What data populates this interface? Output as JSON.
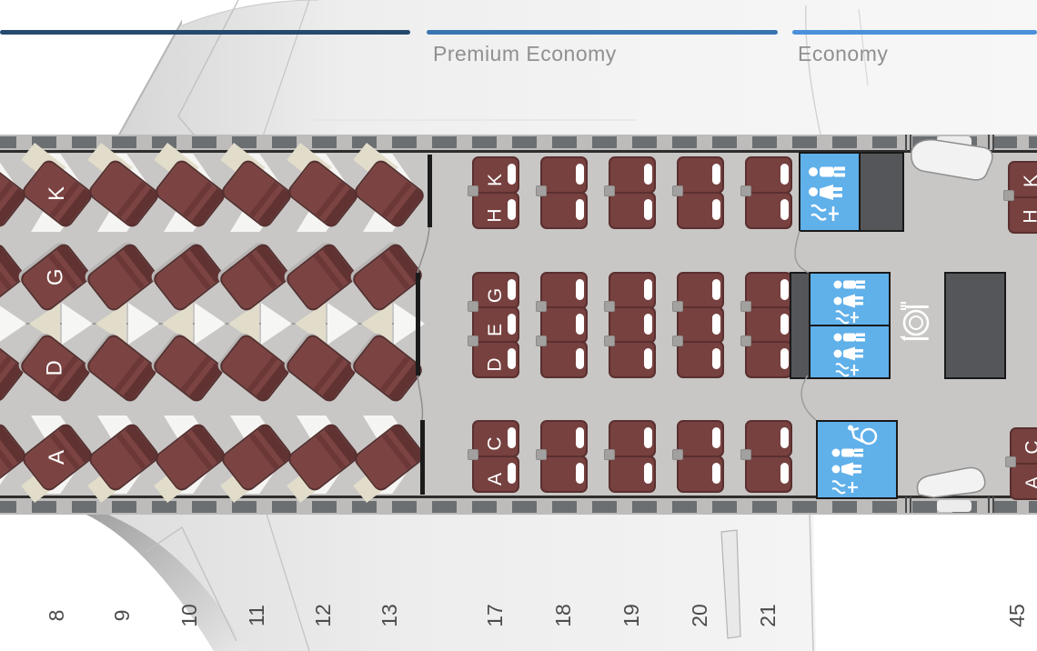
{
  "header": {
    "premium_label": "Premium Economy",
    "economy_label": "Economy",
    "line_colors": {
      "business": "#26496f",
      "premium_economy": "#3974b1",
      "economy": "#4b90da"
    }
  },
  "business": {
    "row_letters": {
      "k": "K",
      "g": "G",
      "d": "D",
      "a": "A"
    },
    "row_numbers": [
      "8",
      "9",
      "10",
      "11",
      "12",
      "13"
    ],
    "seat_color": "#7b4341"
  },
  "premium_economy": {
    "letters": {
      "k": "K",
      "h": "H",
      "g": "G",
      "e": "E",
      "d": "D",
      "c": "C",
      "a": "A"
    },
    "row_numbers": [
      "17",
      "18",
      "19",
      "20",
      "21"
    ]
  },
  "economy": {
    "letters": {
      "k": "K",
      "h": "H",
      "c": "C",
      "a": "A"
    },
    "row_numbers": [
      "45"
    ]
  },
  "icons": {
    "lavatory": "lavatory-icon",
    "accessible_lavatory": "accessible-lavatory-icon",
    "galley": "galley-block",
    "meal": "meal-service-icon"
  },
  "colors": {
    "cabin_floor": "#c8c7c5",
    "seat_maroon": "#7b4341",
    "lavatory_blue": "#60b0ea",
    "galley_gray": "#54565a",
    "label_gray": "#909090",
    "row_number_gray": "#4c4c4c"
  }
}
